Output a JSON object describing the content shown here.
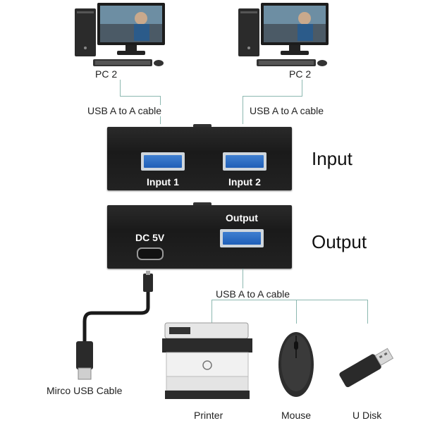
{
  "pc_left": {
    "label": "PC 2",
    "cable": "USB A to A cable"
  },
  "pc_right": {
    "label": "PC 2",
    "cable": "USB A to A cable"
  },
  "input_box": {
    "heading": "Input",
    "port1": "Input 1",
    "port2": "Input 2"
  },
  "output_box": {
    "heading": "Output",
    "port_title": "Output",
    "power_label": "DC 5V"
  },
  "bottom": {
    "cable": "USB A to A cable",
    "micro_usb": "Mirco USB Cable",
    "devices": [
      "Printer",
      "Mouse",
      "U Disk"
    ]
  },
  "colors": {
    "wire": "#8cb8b0",
    "usb_blue": "#2f6fc4",
    "box": "#1e1e1e"
  }
}
